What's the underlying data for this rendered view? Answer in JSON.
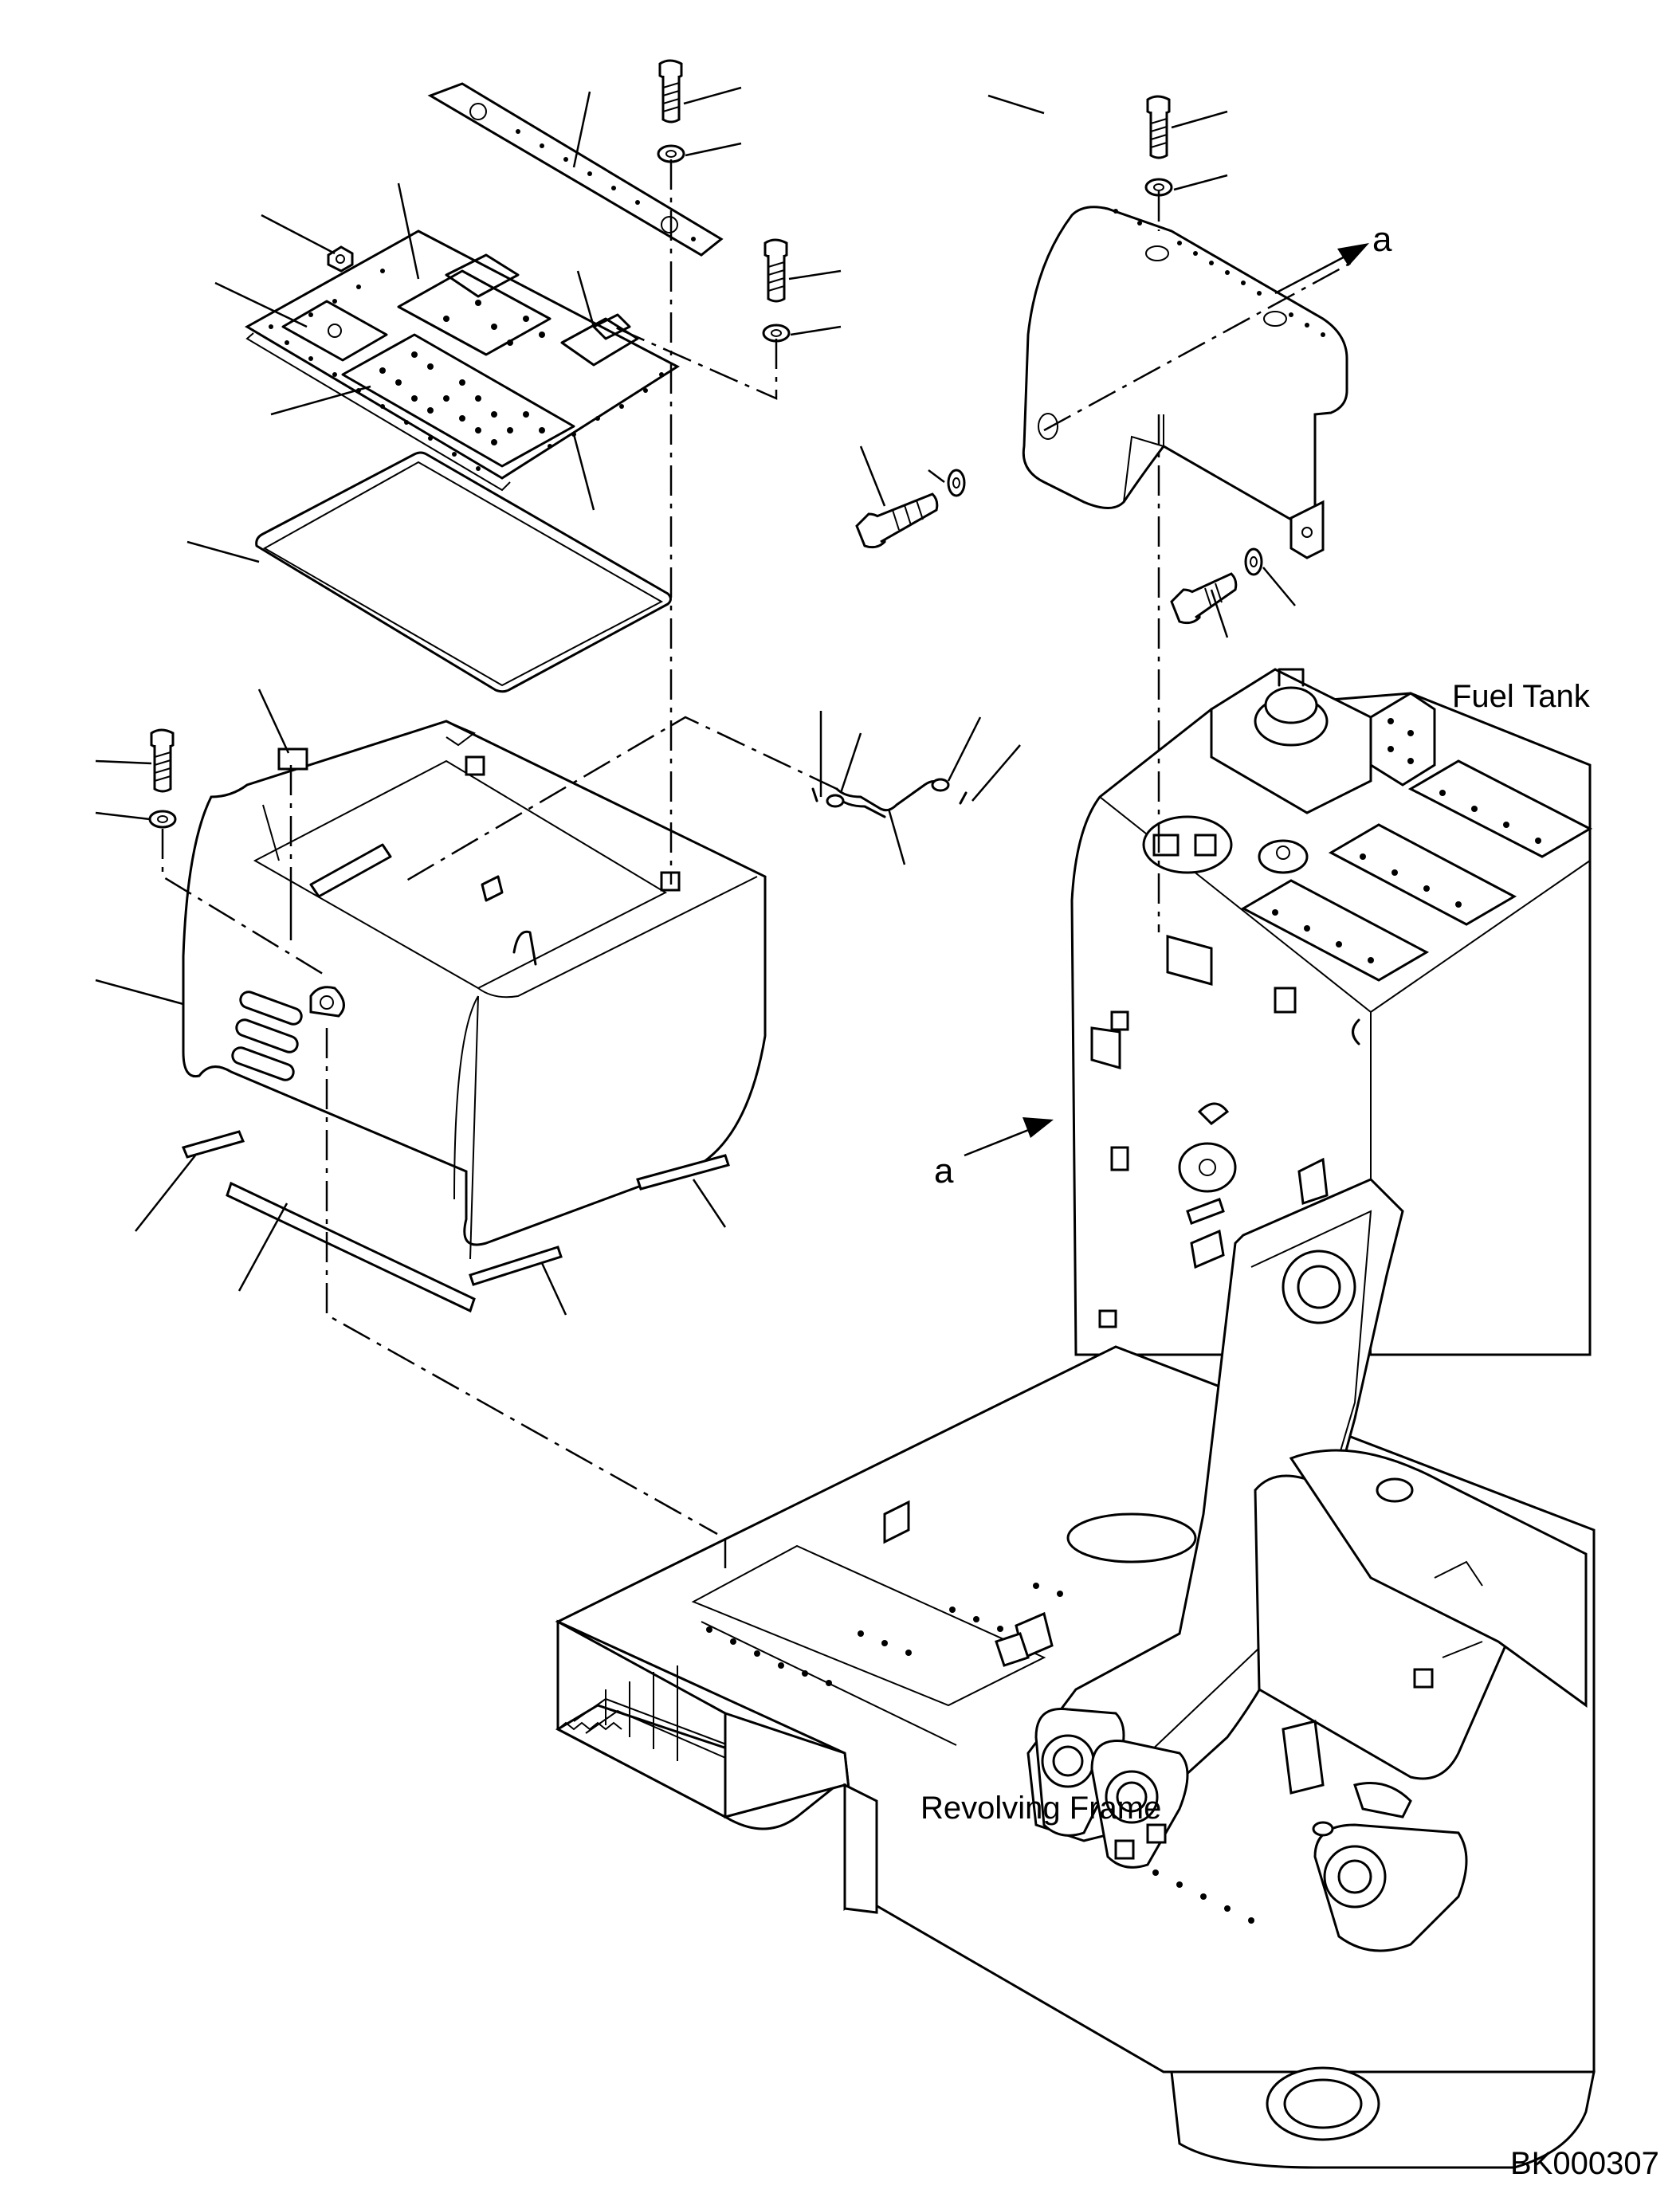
{
  "labels": {
    "fuel_tank": "Fuel Tank",
    "revolving_frame": "Revolving Frame",
    "view_marker_top": "a",
    "view_marker_side": "a",
    "drawing_code": "BK000307"
  },
  "colors": {
    "line": "#000000",
    "background": "#ffffff"
  }
}
